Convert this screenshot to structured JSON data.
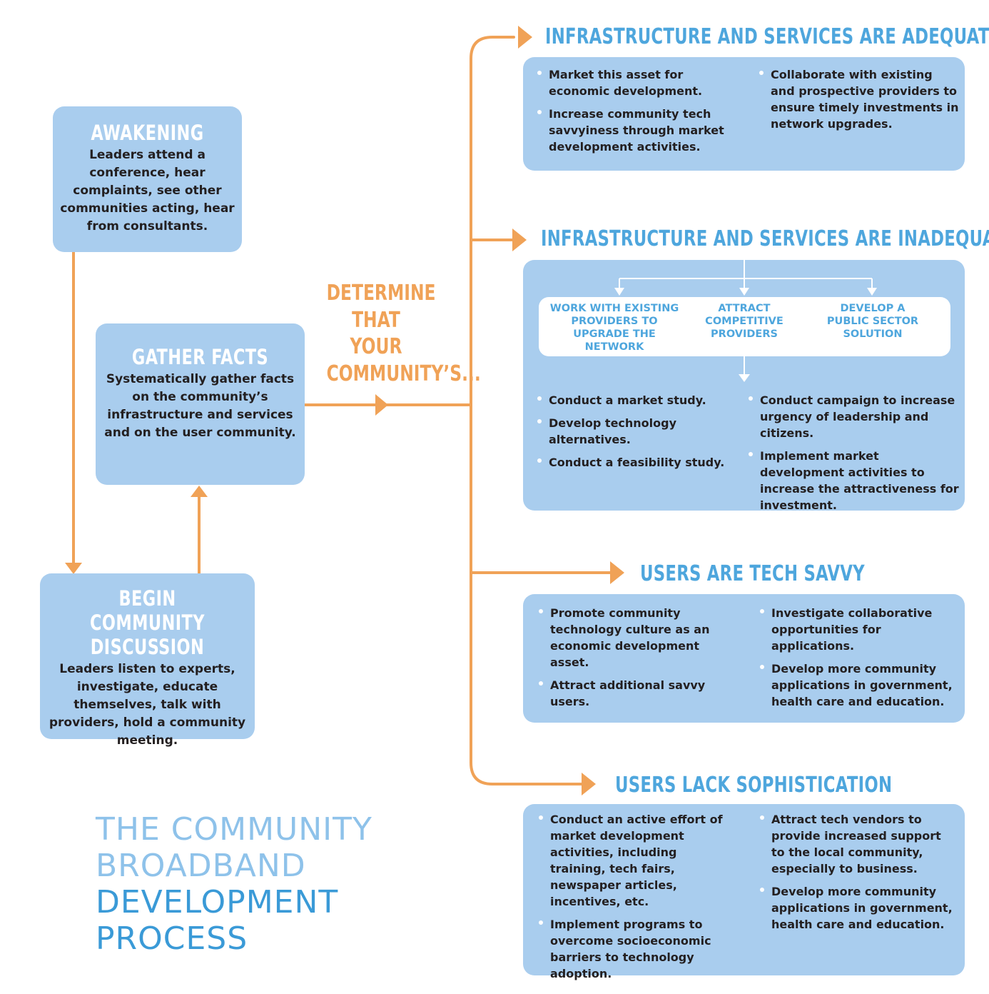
{
  "colors": {
    "box": "#a9cdee",
    "arrow": "#f0a257",
    "heading": "#4ea6dd",
    "title_light": "#8ec2ea",
    "title_dark": "#3a9ad7"
  },
  "awakening": {
    "title": "AWAKENING",
    "text": "Leaders attend a conference, hear complaints, see other communities acting, hear from consultants."
  },
  "gather_facts": {
    "title": "GATHER FACTS",
    "text": "Systematically gather facts on the community’s infrastructure and services and on the user community."
  },
  "begin_discussion": {
    "title_line1": "BEGIN COMMUNITY",
    "title_line2": "DISCUSSION",
    "text": "Leaders listen to experts, investigate, educate themselves, talk with providers, hold a community meeting."
  },
  "determine": {
    "lines": [
      "DETERMINE",
      "THAT",
      "YOUR",
      "COMMUNITY’S..."
    ]
  },
  "branches": [
    {
      "heading": "INFRASTRUCTURE AND SERVICES ARE ADEQUATE",
      "left": [
        "Market this asset for economic development.",
        "Increase community tech savvyiness through market development activities."
      ],
      "right": [
        "Collaborate with existing and prospective providers to ensure timely investments in network upgrades."
      ]
    },
    {
      "heading": "INFRASTRUCTURE AND SERVICES ARE INADEQUATE",
      "options": [
        "WORK WITH EXISTING PROVIDERS TO UPGRADE THE NETWORK",
        "ATTRACT COMPETITIVE PROVIDERS",
        "DEVELOP A PUBLIC SECTOR SOLUTION"
      ],
      "left": [
        "Conduct a market study.",
        "Develop technology alternatives.",
        "Conduct a feasibility study."
      ],
      "right": [
        "Conduct campaign to increase urgency of leadership and citizens.",
        "Implement market development activities to increase the attractiveness for investment."
      ]
    },
    {
      "heading": "USERS ARE TECH SAVVY",
      "left": [
        "Promote community technology culture as an economic development asset.",
        "Attract additional savvy users."
      ],
      "right": [
        "Investigate collaborative opportunities for applications.",
        "Develop more community applications in government, health care and education."
      ]
    },
    {
      "heading": "USERS LACK SOPHISTICATION",
      "left": [
        "Conduct an active effort of market development activities, including training, tech fairs, newspaper articles, incentives, etc.",
        "Implement programs to overcome socioeconomic barriers to technology adoption."
      ],
      "right": [
        "Attract tech vendors to provide increased support to the local community, especially to business.",
        "Develop more community applications in government, health care and education."
      ]
    }
  ],
  "main_title": {
    "line1": "THE COMMUNITY",
    "line2": "BROADBAND",
    "line3": "DEVELOPMENT",
    "line4": "PROCESS"
  }
}
